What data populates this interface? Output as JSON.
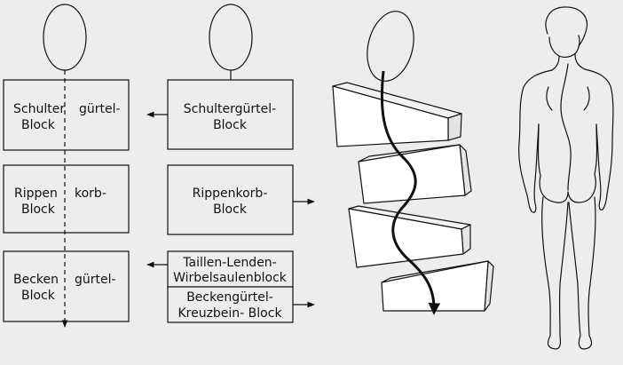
{
  "colors": {
    "background": "#ededed",
    "line": "#111111"
  },
  "left_column": {
    "shoulder": {
      "left": "Schulter",
      "right": "gürtel-",
      "bottom": "Block"
    },
    "rib": {
      "left": "Rippen",
      "right": "korb-",
      "bottom": "Block"
    },
    "pelvis": {
      "left": "Becken",
      "right": "gürtel-",
      "bottom": "Block"
    }
  },
  "middle_column": {
    "shoulder": {
      "line1": "Schultergürtel-",
      "line2": "Block"
    },
    "rib": {
      "line1": "Rippenkorb-",
      "line2": "Block"
    },
    "lumbar": {
      "line1": "Taillen-Lenden-",
      "line2": "Wirbelsaulenblock"
    },
    "pelvis": {
      "line1": "Beckengürtel-",
      "line2": "Kreuzbein- Block"
    }
  }
}
